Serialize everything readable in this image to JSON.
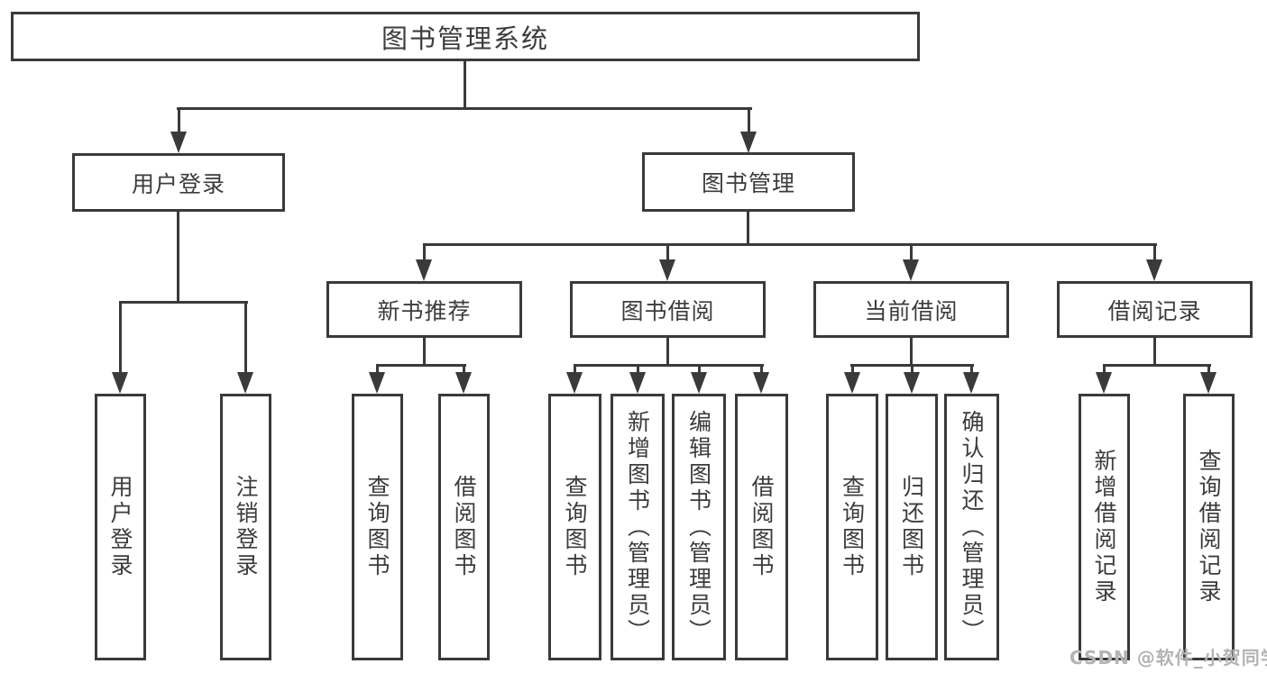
{
  "diagram": {
    "root": {
      "label": "图书管理系统"
    },
    "level2": [
      {
        "label": "用户登录"
      },
      {
        "label": "图书管理"
      }
    ],
    "level3": [
      {
        "label": "新书推荐"
      },
      {
        "label": "图书借阅"
      },
      {
        "label": "当前借阅"
      },
      {
        "label": "借阅记录"
      }
    ],
    "leaves": {
      "user_login": [
        "用户登录",
        "注销登录"
      ],
      "new_book_rec": [
        "查询图书",
        "借阅图书"
      ],
      "book_borrow": [
        "查询图书",
        "新增图书（管理员）",
        "编辑图书（管理员）",
        "借阅图书"
      ],
      "current_borrow": [
        "查询图书",
        "归还图书",
        "确认归还（管理员）"
      ],
      "borrow_records": [
        "新增借阅记录",
        "查询借阅记录"
      ]
    }
  },
  "watermark": {
    "text": "CSDN @软件_小贺同学"
  },
  "colors": {
    "line": "#3a3a3a",
    "text": "#3c3c3c",
    "watermark": "#b3b3b3",
    "background": "#ffffff"
  }
}
